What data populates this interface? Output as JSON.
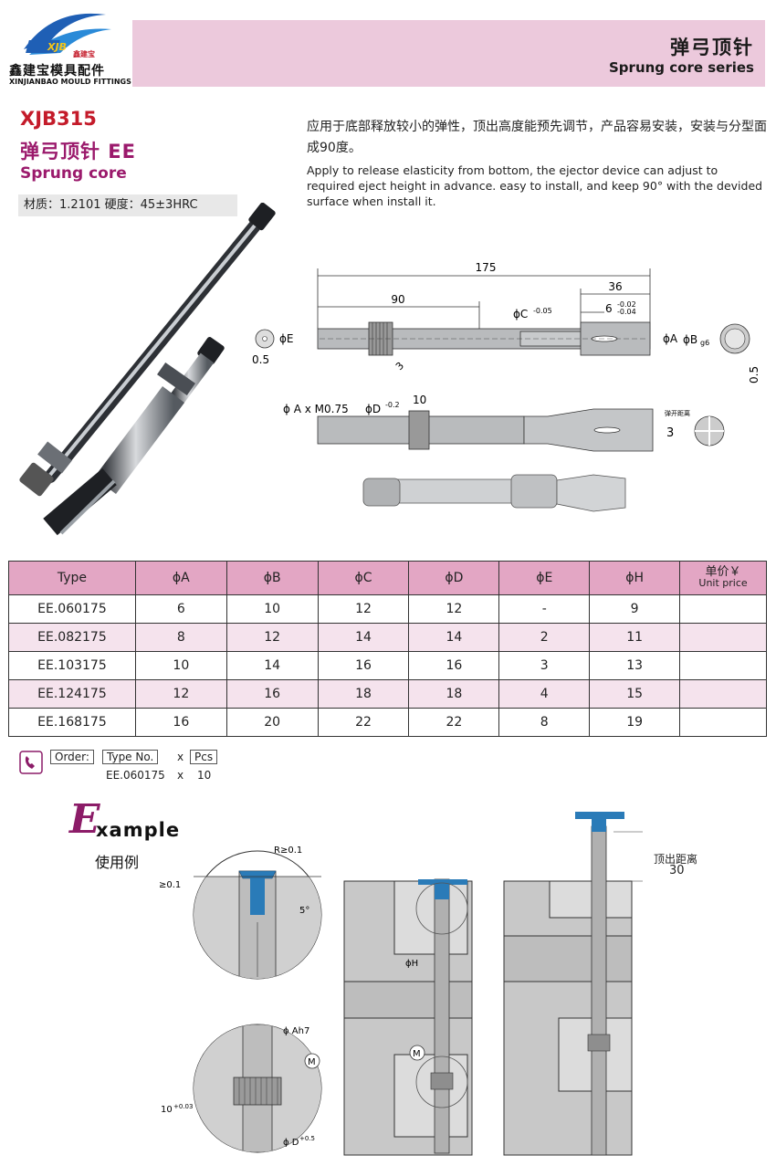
{
  "header": {
    "logo_badge": "XJB",
    "logo_small": "鑫建宝",
    "company_cn": "鑫建宝模具配件",
    "company_en": "XINJIANBAO MOULD FITTINGS",
    "title_cn": "弹弓顶针",
    "title_en": "Sprung core series"
  },
  "product": {
    "model": "XJB315",
    "name_cn": "弹弓顶针 EE",
    "name_en": "Sprung core",
    "material": "材质：1.2101 硬度：45±3HRC"
  },
  "description": {
    "cn": "应用于底部释放较小的弹性，顶出高度能预先调节，产品容易安装，安装与分型面成90度。",
    "en": "Apply to release elasticity from bottom, the ejector device can adjust to required eject height in advance. easy to install, and keep 90° with the devided surface when install it."
  },
  "drawing": {
    "d175": "175",
    "d36": "36",
    "d90": "90",
    "dC": "ϕC",
    "dC_tol": "-0.05",
    "d6": "6",
    "d6_tol_up": "-0.02",
    "d6_tol_low": "-0.04",
    "dE": "ϕE",
    "d05_left": "0.5",
    "d3": "3",
    "dA": "ϕA",
    "dB": "ϕB",
    "dB_tol": "g6",
    "d05_right": "0.5",
    "thread": "ϕ A x M0.75",
    "dD": "ϕD",
    "dD_tol": "-0.2",
    "d10": "10",
    "spring_cn": "弹开距离",
    "spring_val": "3"
  },
  "table": {
    "headers": [
      "Type",
      "ϕA",
      "ϕB",
      "ϕC",
      "ϕD",
      "ϕE",
      "ϕH"
    ],
    "price_cn": "单价￥",
    "price_en": "Unit price",
    "rows": [
      [
        "EE.060175",
        "6",
        "10",
        "12",
        "12",
        "-",
        "9",
        ""
      ],
      [
        "EE.082175",
        "8",
        "12",
        "14",
        "14",
        "2",
        "11",
        ""
      ],
      [
        "EE.103175",
        "10",
        "14",
        "16",
        "16",
        "3",
        "13",
        ""
      ],
      [
        "EE.124175",
        "12",
        "16",
        "18",
        "18",
        "4",
        "15",
        ""
      ],
      [
        "EE.168175",
        "16",
        "20",
        "22",
        "22",
        "8",
        "19",
        ""
      ]
    ]
  },
  "order": {
    "label": "Order:",
    "type_no": "Type No.",
    "x1": "x",
    "pcs": "Pcs",
    "example_type": "EE.060175",
    "x2": "x",
    "example_qty": "10"
  },
  "example": {
    "title_first": "E",
    "title_rest": "xample",
    "title_cn": "使用例",
    "r_label": "R≥0.1",
    "gap_label": "≥0.1",
    "angle": "5°",
    "ah7": "ϕ Ah7",
    "m1": "M",
    "tol_10": "10",
    "tol_10_sup": "+0.03",
    "dd5": "ϕ D",
    "dd5_sup": "+0.5",
    "phi_h": "ϕH",
    "m2": "M",
    "eject_cn": "顶出距离",
    "eject_val": "30"
  },
  "colors": {
    "header_band": "#ecc9dc",
    "accent_red": "#c41b2a",
    "accent_purple": "#9b1a6c",
    "table_header": "#e3a6c4",
    "table_stripe": "#f5e3ed",
    "blue_part": "#2a7bb8"
  }
}
